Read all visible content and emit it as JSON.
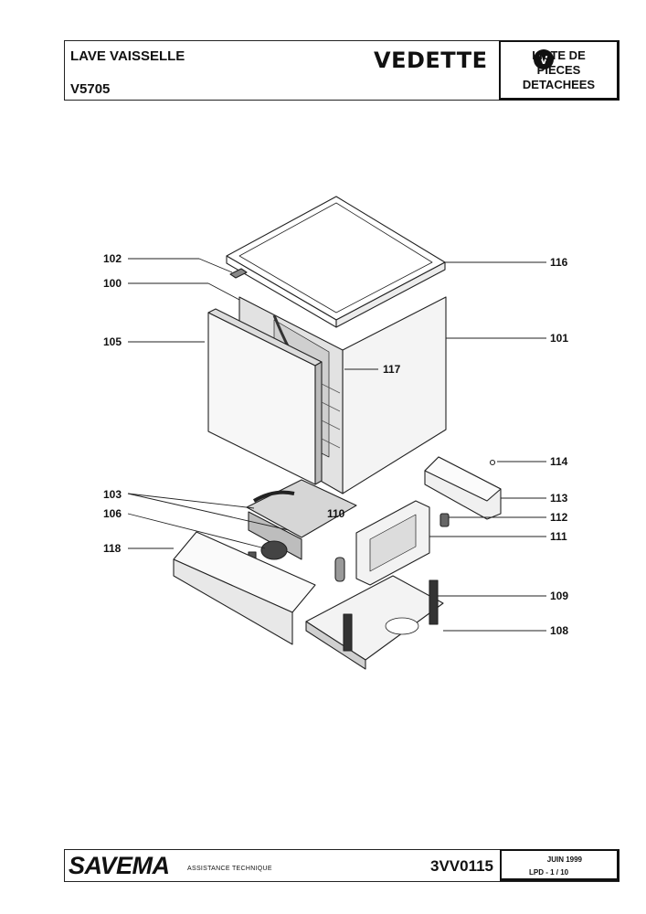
{
  "header": {
    "product": "LAVE VAISSELLE",
    "model": "V5705",
    "brand": "VEDETTE",
    "logo_glyph": "V",
    "doc_type": [
      "LISTE DE",
      "PIECES",
      "DETACHEES"
    ]
  },
  "callouts": {
    "c102": "102",
    "c100": "100",
    "c105": "105",
    "c103": "103",
    "c106": "106",
    "c118": "118",
    "c116": "116",
    "c101": "101",
    "c117": "117",
    "c114": "114",
    "c113": "113",
    "c112": "112",
    "c110": "110",
    "c111": "111",
    "c109": "109",
    "c108": "108"
  },
  "footer": {
    "company": "SAVEMA",
    "department": "ASSISTANCE TECHNIQUE",
    "reference": "3VV0115",
    "date": "JUIN 1999",
    "page": "LPD -   1 / 10"
  }
}
